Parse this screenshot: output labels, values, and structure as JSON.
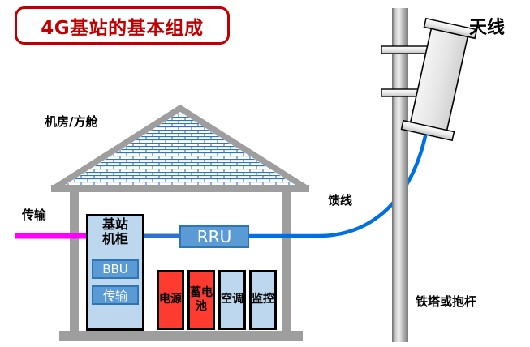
{
  "title": {
    "text": "4G基站的基本组成",
    "border_color": "#C00000",
    "text_color": "#C00000"
  },
  "labels": {
    "antenna": "天线",
    "equipment_room": "机房/方舱",
    "transmission": "传输",
    "feeder": "馈线",
    "tower": "铁塔或抱杆"
  },
  "cabinet": {
    "title_line1": "基站",
    "title_line2": "机柜",
    "modules": [
      {
        "label": "BBU"
      },
      {
        "label": "传输"
      }
    ]
  },
  "rru": {
    "label": "RRU"
  },
  "racks": [
    {
      "label": "电源",
      "color": "#FF3B30",
      "text_color": "#000000"
    },
    {
      "label": "蓄电池",
      "color": "#FF3B30",
      "text_color": "#000000"
    },
    {
      "label": "空调",
      "color": "#BDD7EE",
      "text_color": "#000000"
    },
    {
      "label": "监控",
      "color": "#BDD7EE",
      "text_color": "#000000"
    }
  ],
  "colors": {
    "transmission_line": "#FF00FF",
    "feeder_line": "#0070E0",
    "roof_pattern": "#2E75B6",
    "structure_gray": "#9E9E9E",
    "pole_gray": "#B0B0B0",
    "antenna_fill": "#E6E6E6"
  }
}
